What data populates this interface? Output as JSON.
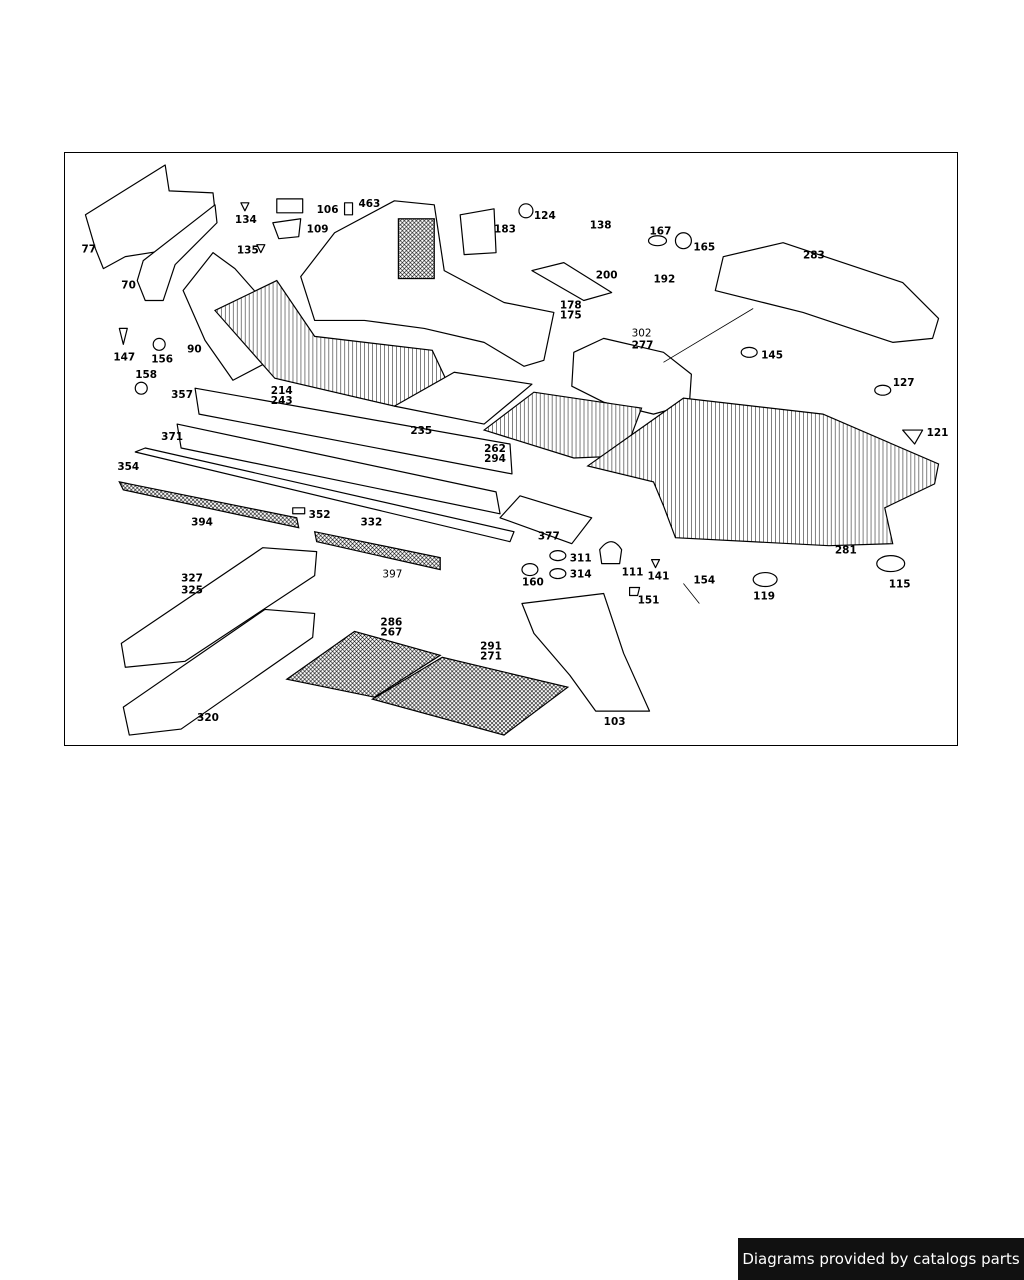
{
  "footer": {
    "text": "Diagrams provided by catalogs parts"
  },
  "labels": {
    "p77": "77",
    "p70": "70",
    "p134": "134",
    "p106": "106",
    "p463": "463",
    "p109": "109",
    "p135": "135",
    "p124": "124",
    "p138": "138",
    "p183": "183",
    "p167": "167",
    "p165": "165",
    "p283": "283",
    "p200": "200",
    "p192": "192",
    "p178": "178",
    "p175": "175",
    "p302": "302",
    "p277": "277",
    "p147": "147",
    "p156": "156",
    "p90": "90",
    "p145": "145",
    "p158": "158",
    "p127": "127",
    "p357": "357",
    "p214": "214",
    "p243": "243",
    "p235": "235",
    "p121": "121",
    "p371": "371",
    "p262": "262",
    "p294": "294",
    "p354": "354",
    "p394": "394",
    "p352": "352",
    "p332": "332",
    "p377": "377",
    "p281": "281",
    "p397": "397",
    "p311": "311",
    "p314": "314",
    "p160": "160",
    "p111": "111",
    "p141": "141",
    "p154": "154",
    "p151": "151",
    "p119": "119",
    "p115": "115",
    "p327": "327",
    "p325": "325",
    "p286": "286",
    "p267": "267",
    "p291": "291",
    "p271": "271",
    "p320": "320",
    "p103": "103"
  }
}
